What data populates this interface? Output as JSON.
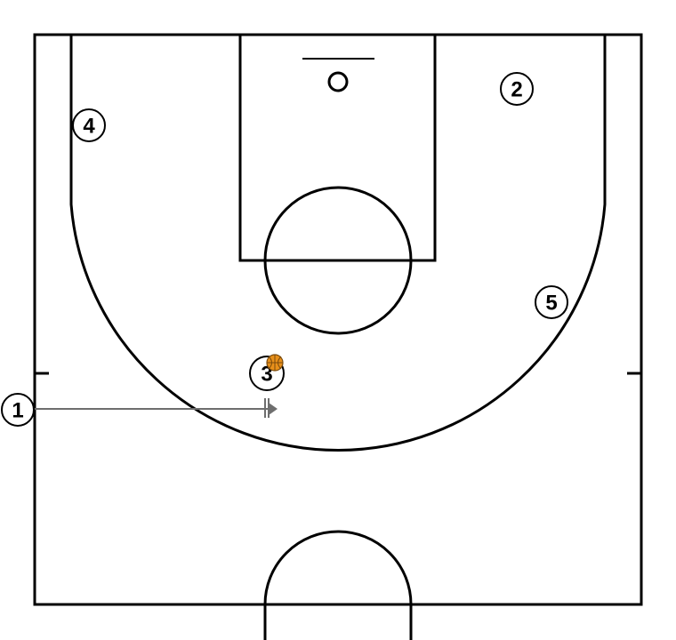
{
  "diagram": {
    "type": "basketball-play",
    "court": "half-court",
    "colors": {
      "lines": "#000000",
      "background": "#ffffff",
      "movement": "#6e6e6e",
      "ball": "#e8901a"
    }
  },
  "players": [
    {
      "id": "1",
      "label": "1"
    },
    {
      "id": "2",
      "label": "2"
    },
    {
      "id": "3",
      "label": "3",
      "has_ball": true
    },
    {
      "id": "4",
      "label": "4"
    },
    {
      "id": "5",
      "label": "5"
    }
  ],
  "actions": [
    {
      "type": "cut",
      "from": "1",
      "to": "3",
      "style": "solid-arrow-with-screen-end"
    }
  ]
}
